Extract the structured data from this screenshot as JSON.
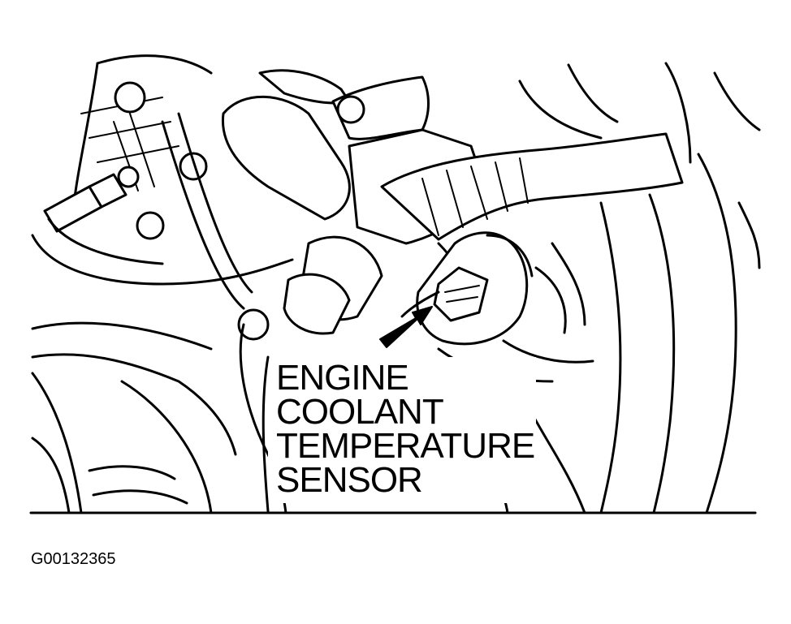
{
  "callout": {
    "lines": [
      "ENGINE",
      "COOLANT",
      "TEMPERATURE",
      "SENSOR"
    ]
  },
  "figure_id": "G00132365",
  "icons": {
    "pointer": "arrow-icon",
    "component": "coolant-temperature-sensor-icon"
  }
}
